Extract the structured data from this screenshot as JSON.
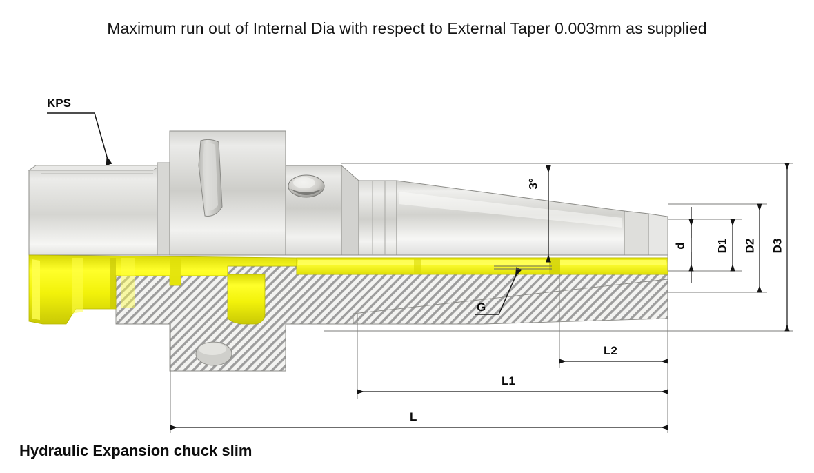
{
  "drawing": {
    "title": "Maximum run out of Internal Dia with respect to External Taper 0.003mm as supplied",
    "caption": "Hydraulic Expansion chuck slim",
    "colors": {
      "bore_yellow": "#f2f20a",
      "metal_light": "#e8e8e6",
      "metal_mid": "#c9c9c6",
      "hatch_gray": "#9a9a9a",
      "line_black": "#141414",
      "dim_gray": "#6e6e6e"
    }
  },
  "leaders": [
    {
      "name": "kps",
      "label": "KPS"
    },
    {
      "name": "thread",
      "label": "G"
    }
  ],
  "angle_callout": {
    "label": "3°"
  },
  "diameter_dimensions": [
    {
      "name": "d",
      "label": "d"
    },
    {
      "name": "d1",
      "label": "D1"
    },
    {
      "name": "d2",
      "label": "D2"
    },
    {
      "name": "d3",
      "label": "D3"
    }
  ],
  "length_dimensions": [
    {
      "name": "l2",
      "label": "L2"
    },
    {
      "name": "l1",
      "label": "L1"
    },
    {
      "name": "l",
      "label": "L"
    }
  ]
}
